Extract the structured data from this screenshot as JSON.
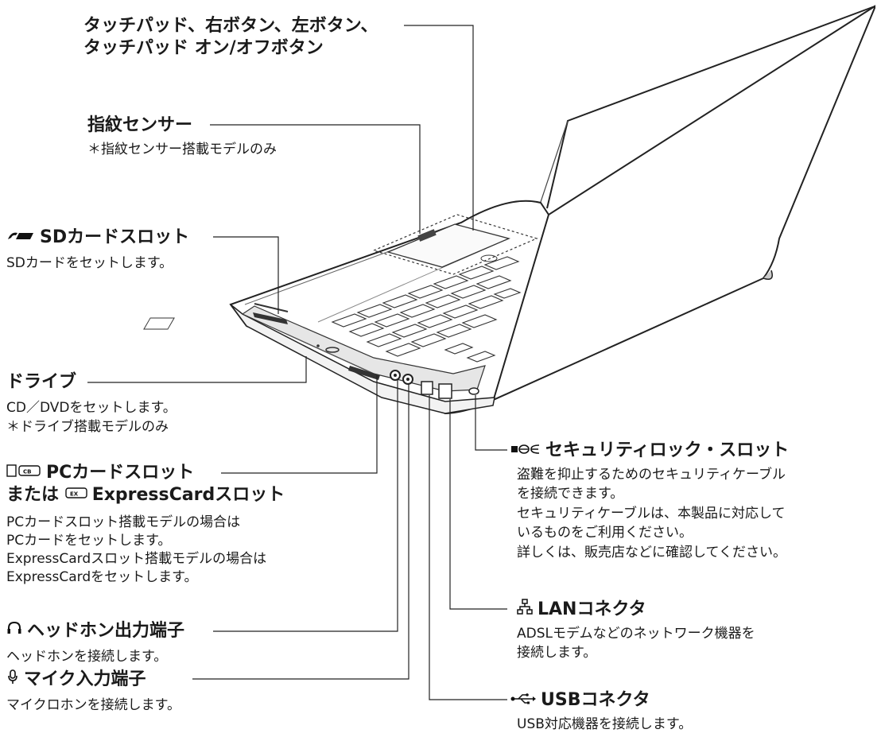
{
  "touchpad": {
    "title_line1": "タッチパッド、右ボタン、左ボタン、",
    "title_line2": "タッチパッド オン/オフボタン"
  },
  "fingerprint": {
    "title": "指紋センサー",
    "note": "＊指紋センサー搭載モデルのみ"
  },
  "sd_slot": {
    "icon": "sd-logo-icon",
    "title": "SDカードスロット",
    "desc": "SDカードをセットします。"
  },
  "drive": {
    "title": "ドライブ",
    "desc": "CD／DVDをセットします。",
    "note": "＊ドライブ搭載モデルのみ"
  },
  "pc_card": {
    "icon": "pc-card-icon",
    "title_line1": "PCカードスロット",
    "title_line2_prefix": "または",
    "title_line2": "ExpressCardスロット",
    "desc": [
      "PCカードスロット搭載モデルの場合は",
      "PCカードをセットします。",
      "ExpressCardスロット搭載モデルの場合は",
      "ExpressCardをセットします。"
    ]
  },
  "headphone": {
    "icon": "headphone-icon",
    "title": "ヘッドホン出力端子",
    "desc": "ヘッドホンを接続します。"
  },
  "mic": {
    "icon": "microphone-icon",
    "title": "マイク入力端子",
    "desc": "マイクロホンを接続します。"
  },
  "security": {
    "icon": "security-lock-icon",
    "title": "セキュリティロック・スロット",
    "desc": [
      "盗難を抑止するためのセキュリティケーブル",
      "を接続できます。",
      "セキュリティケーブルは、本製品に対応して",
      "いるものをご利用ください。",
      "詳しくは、販売店などに確認してください。"
    ]
  },
  "lan": {
    "icon": "lan-icon",
    "title": "LANコネクタ",
    "desc": [
      "ADSLモデムなどのネットワーク機器を",
      "接続します。"
    ]
  },
  "usb": {
    "icon": "usb-icon",
    "title": "USBコネクタ",
    "desc": "USB対応機器を接続します。"
  }
}
